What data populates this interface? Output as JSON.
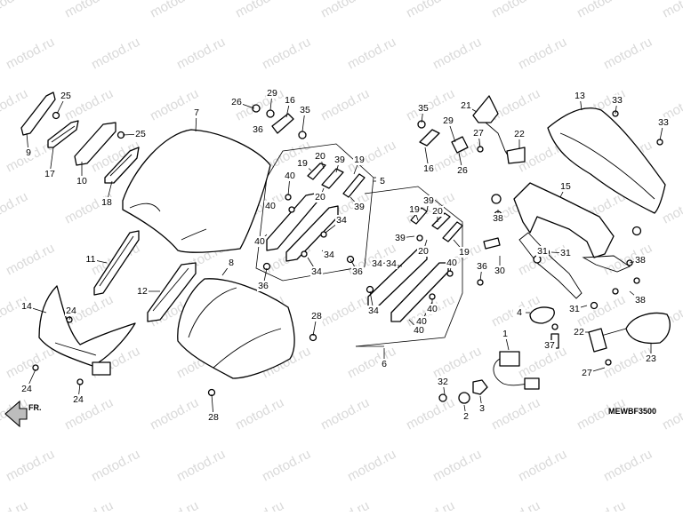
{
  "watermark": "motod.ru",
  "diagram_code": "MEWBF3500",
  "direction_label": "FR.",
  "callouts": [
    {
      "label": "25"
    },
    {
      "label": "9"
    },
    {
      "label": "17"
    },
    {
      "label": "10"
    },
    {
      "label": "25"
    },
    {
      "label": "18"
    },
    {
      "label": "7"
    },
    {
      "label": "26"
    },
    {
      "label": "29"
    },
    {
      "label": "16"
    },
    {
      "label": "35"
    },
    {
      "label": "36"
    },
    {
      "label": "19"
    },
    {
      "label": "20"
    },
    {
      "label": "39"
    },
    {
      "label": "19"
    },
    {
      "label": "40"
    },
    {
      "label": "20"
    },
    {
      "label": "39"
    },
    {
      "label": "5"
    },
    {
      "label": "40"
    },
    {
      "label": "40"
    },
    {
      "label": "34"
    },
    {
      "label": "34"
    },
    {
      "label": "34"
    },
    {
      "label": "36"
    },
    {
      "label": "11"
    },
    {
      "label": "8"
    },
    {
      "label": "12"
    },
    {
      "label": "14"
    },
    {
      "label": "24"
    },
    {
      "label": "24"
    },
    {
      "label": "24"
    },
    {
      "label": "28"
    },
    {
      "label": "28"
    },
    {
      "label": "35"
    },
    {
      "label": "16"
    },
    {
      "label": "29"
    },
    {
      "label": "26"
    },
    {
      "label": "21"
    },
    {
      "label": "27"
    },
    {
      "label": "22"
    },
    {
      "label": "13"
    },
    {
      "label": "33"
    },
    {
      "label": "33"
    },
    {
      "label": "15"
    },
    {
      "label": "38"
    },
    {
      "label": "39"
    },
    {
      "label": "20"
    },
    {
      "label": "19"
    },
    {
      "label": "39"
    },
    {
      "label": "20"
    },
    {
      "label": "19"
    },
    {
      "label": "36"
    },
    {
      "label": "34"
    },
    {
      "label": "40"
    },
    {
      "label": "34"
    },
    {
      "label": "40"
    },
    {
      "label": "36"
    },
    {
      "label": "30"
    },
    {
      "label": "31"
    },
    {
      "label": "31"
    },
    {
      "label": "38"
    },
    {
      "label": "38"
    },
    {
      "label": "34"
    },
    {
      "label": "40"
    },
    {
      "label": "40"
    },
    {
      "label": "4"
    },
    {
      "label": "31"
    },
    {
      "label": "22"
    },
    {
      "label": "6"
    },
    {
      "label": "1"
    },
    {
      "label": "37"
    },
    {
      "label": "23"
    },
    {
      "label": "27"
    },
    {
      "label": "32"
    },
    {
      "label": "2"
    },
    {
      "label": "3"
    }
  ]
}
